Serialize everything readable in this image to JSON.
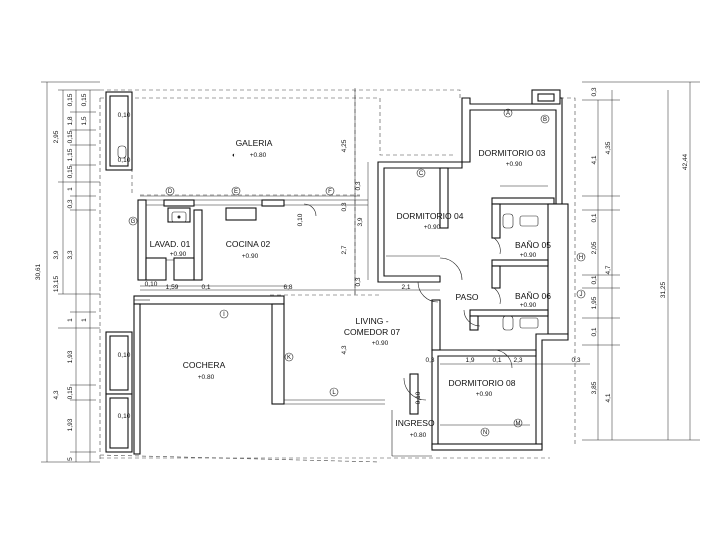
{
  "rooms": {
    "galeria": {
      "name": "GALERIA",
      "level": "+0.80"
    },
    "dormitorio03": {
      "name": "DORMITORIO 03",
      "level": "+0.90"
    },
    "dormitorio04": {
      "name": "DORMITORIO 04",
      "level": "+0.90"
    },
    "lavadero": {
      "name": "LAVAD. 01",
      "level": "+0.90"
    },
    "cocina": {
      "name": "COCINA 02",
      "level": "+0.90"
    },
    "bano05": {
      "name": "BAÑO  05",
      "level": "+0.90"
    },
    "bano06": {
      "name": "BAÑO  06",
      "level": "+0.90"
    },
    "paso": {
      "name": "PASO"
    },
    "living_l1": "LIVING -",
    "living_l2": "COMEDOR 07",
    "living_level": "+0.90",
    "cochera": {
      "name": "COCHERA",
      "level": "+0.80"
    },
    "dormitorio08": {
      "name": "DORMITORIO 08",
      "level": "+0.90"
    },
    "ingreso": {
      "name": "INGRESO",
      "level": "+0.80"
    }
  },
  "markers": [
    "A",
    "B",
    "C",
    "D",
    "E",
    "F",
    "G",
    "H",
    "I",
    "J",
    "K",
    "L",
    "M",
    "N"
  ],
  "dims_left_outer": [
    "30,61"
  ],
  "dims_left_mid": [
    "13,15"
  ],
  "dims_left_inner": [
    "2,95",
    "3,9",
    "1",
    "4,3"
  ],
  "dims_left_fine": [
    "0,15",
    "1,8",
    "0,15",
    "1,15",
    "0,15",
    "1",
    "0,3",
    "3,3",
    "1",
    "1,93",
    "0,15",
    "1,93",
    "5"
  ],
  "dims_left_fine2": [
    "1,5",
    "0,15"
  ],
  "dims_right_outer": [
    "42,44",
    "31,25"
  ],
  "dims_right_mid": [
    "0,3",
    "4,35",
    "4,7",
    "4,1"
  ],
  "dims_right_inner": [
    "4,1",
    "0,1",
    "2,05",
    "0,1",
    "1,95",
    "0,1",
    "3,85"
  ],
  "dims_interior": [
    "4,25",
    "0,3",
    "3,9",
    "2,7",
    "0,3",
    "0,10",
    "0,3",
    "2,1",
    "1,59",
    "0,1",
    "6,8",
    "4,3",
    "0,3",
    "1,9",
    "0,1",
    "2,3",
    "0,3",
    "0,10",
    "0,10",
    "0,10",
    "0,10",
    "0,10",
    "0,10"
  ]
}
